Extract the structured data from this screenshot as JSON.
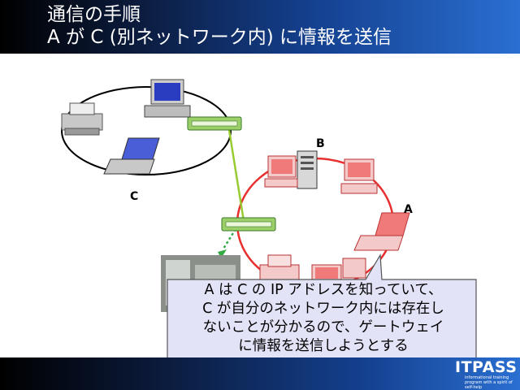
{
  "slide": {
    "title_line1": "通信の手順",
    "title_line2": "A が C (別ネットワーク内) に情報を送信"
  },
  "labels": {
    "a": "A",
    "b": "B",
    "c": "C"
  },
  "callout": {
    "lines": [
      "A は C の IP アドレスを知っていて、",
      "C が自分のネットワーク内には存在し",
      "ないことが分かるので、ゲートウェイ",
      "に情報を送信しようとする"
    ]
  },
  "logo": {
    "name": "ITPASS",
    "tagline": "informational training program with a spirit of self-help"
  },
  "colors": {
    "network_c": "#000000",
    "network_a": "#e83030",
    "link": "#99cc33",
    "arrow": "#33aa44",
    "callout_bg": "#e3e3f8"
  }
}
